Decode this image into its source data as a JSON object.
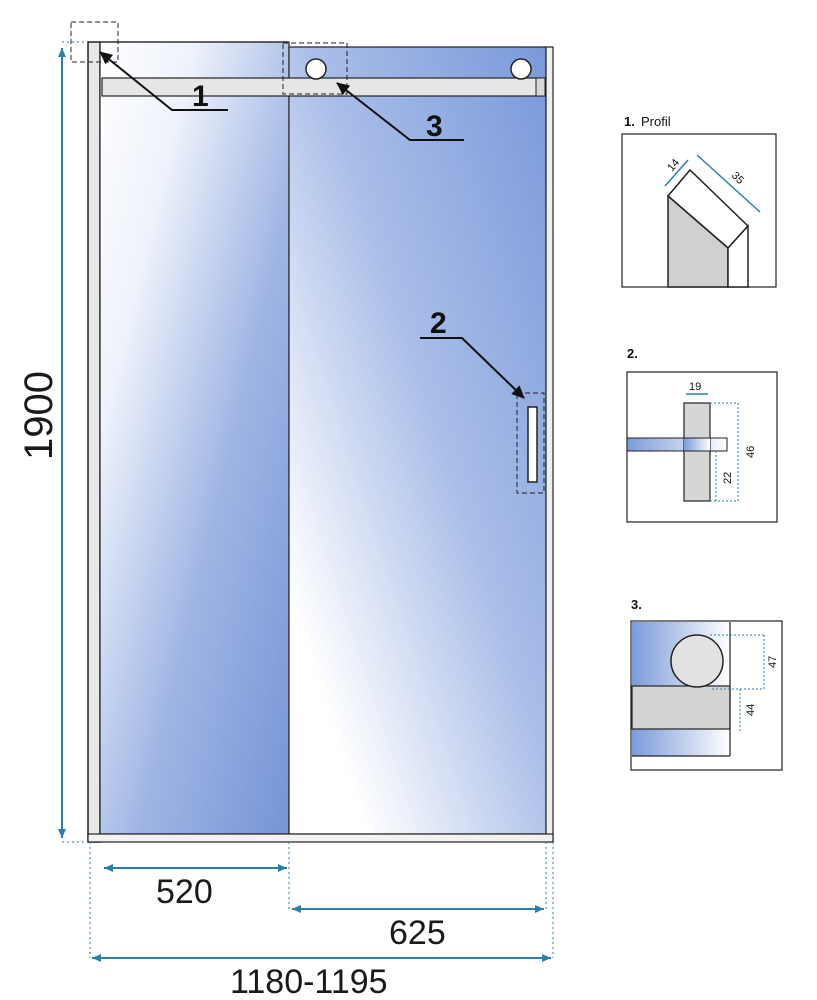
{
  "dimensions": {
    "height": "1900",
    "left_panel": "520",
    "right_panel": "625",
    "total_width": "1180-1195"
  },
  "callouts": {
    "c1": "1",
    "c2": "2",
    "c3": "3"
  },
  "details": {
    "d1": {
      "number": "1.",
      "label": "Profil",
      "dim_a": "14",
      "dim_b": "35"
    },
    "d2": {
      "number": "2.",
      "dim_a": "19",
      "dim_b": "46",
      "dim_c": "22"
    },
    "d3": {
      "number": "3.",
      "dim_a": "47",
      "dim_b": "44"
    }
  },
  "colors": {
    "glass_blue": "#7b9bd9",
    "dimension_line": "#2c7fa8",
    "frame": "#222222"
  }
}
